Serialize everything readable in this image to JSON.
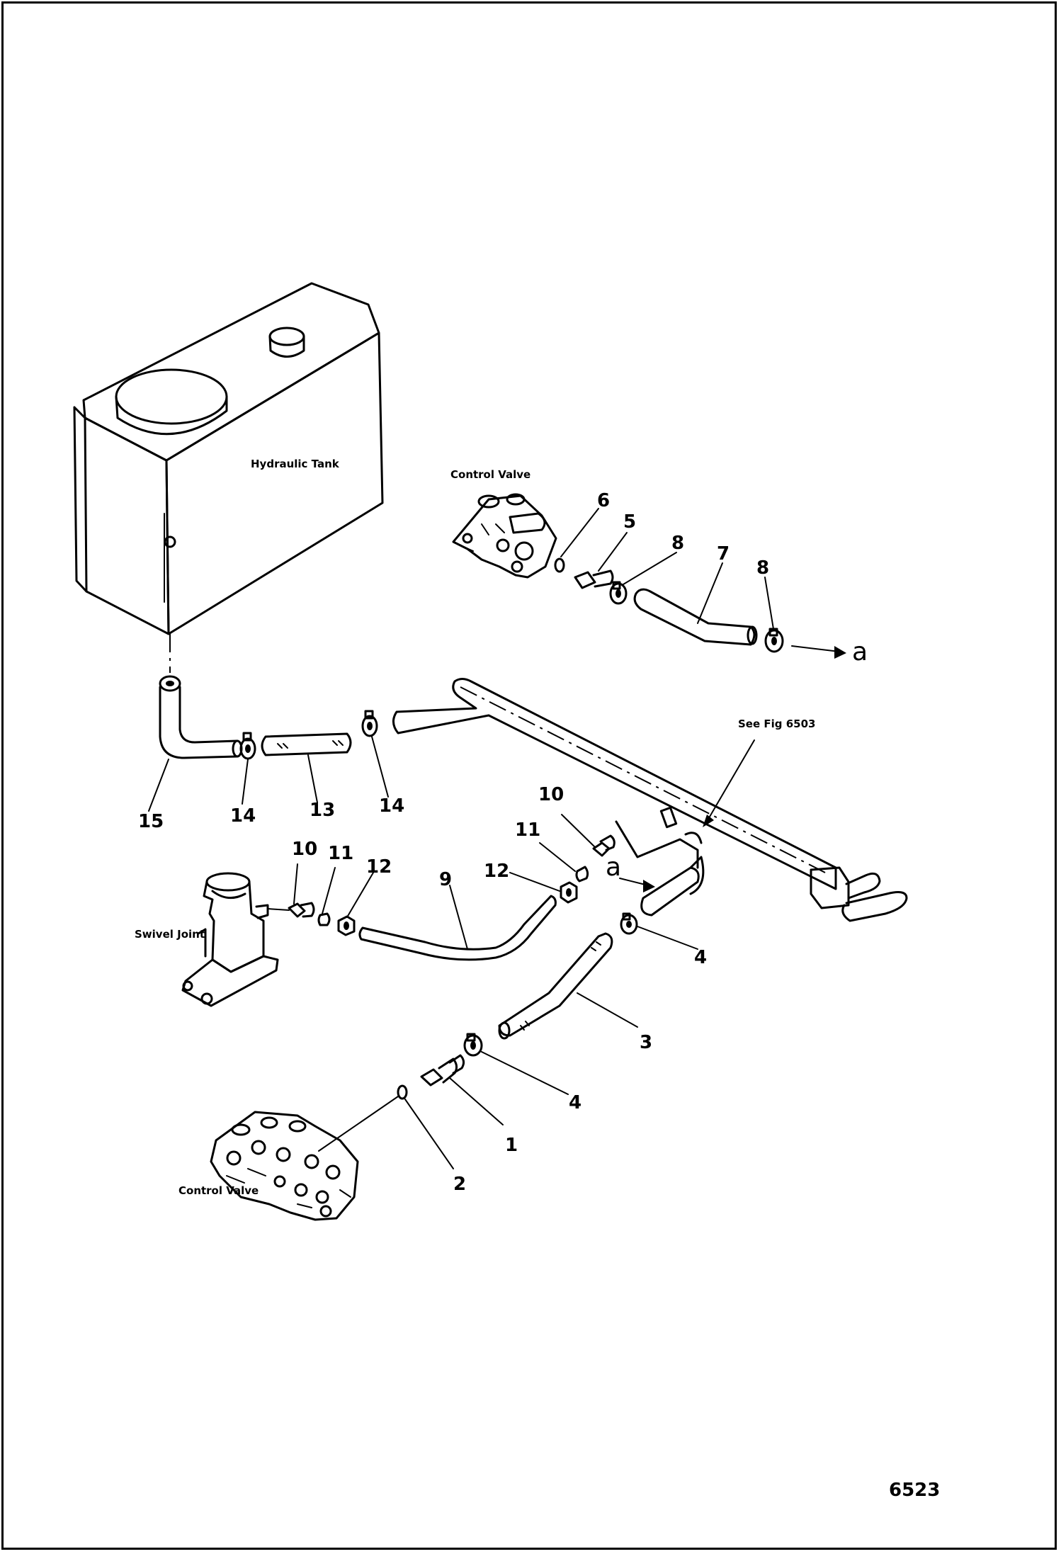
{
  "diagram": {
    "labels": {
      "hydraulic_tank": "Hydraulic Tank",
      "control_valve_top": "Control Valve",
      "control_valve_bottom": "Control Valve",
      "swivel_joint": "Swivel Joint",
      "see_fig": "See Fig 6503"
    },
    "callouts": {
      "c1": "1",
      "c2": "2",
      "c3": "3",
      "c4a": "4",
      "c4b": "4",
      "c5": "5",
      "c6": "6",
      "c7": "7",
      "c8a": "8",
      "c8b": "8",
      "c9": "9",
      "c10a": "10",
      "c10b": "10",
      "c11a": "11",
      "c11b": "11",
      "c12a": "12",
      "c12b": "12",
      "c13": "13",
      "c14a": "14",
      "c14b": "14",
      "c15": "15"
    },
    "refs": {
      "a1": "a",
      "a2": "a"
    },
    "figure_number": "6523"
  }
}
